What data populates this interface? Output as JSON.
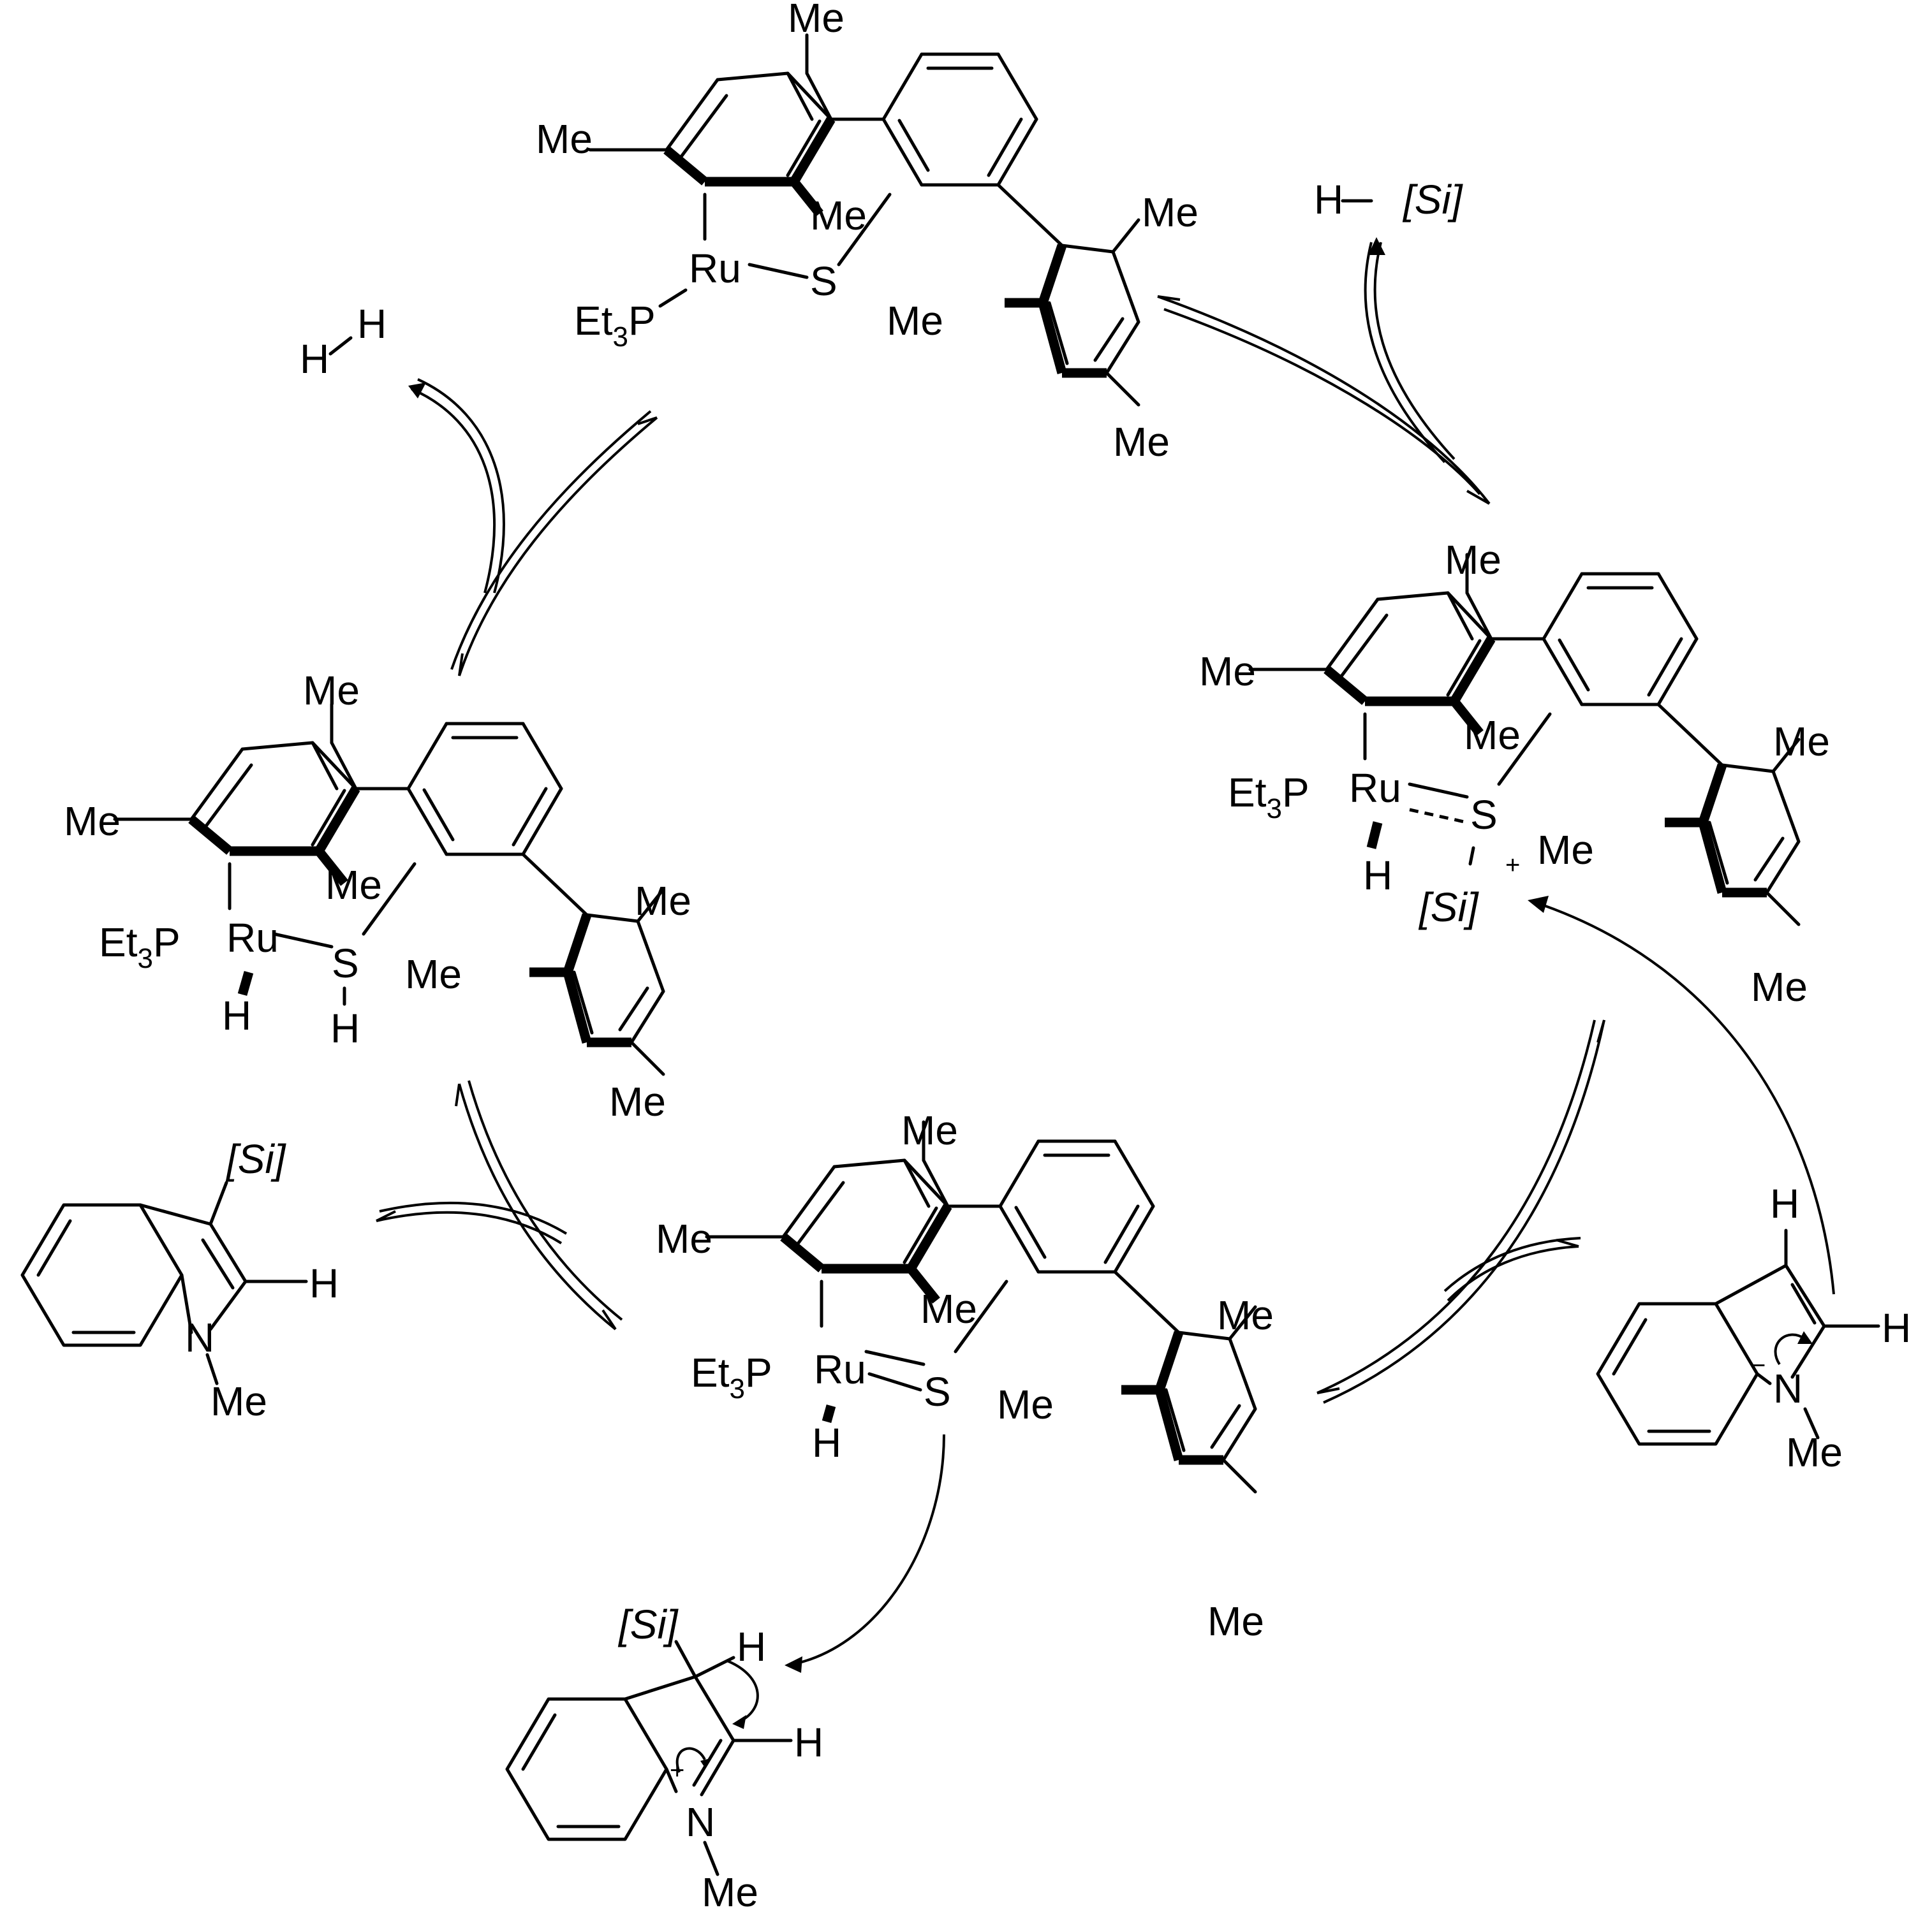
{
  "labels": {
    "me": "Me",
    "ru": "Ru",
    "s": "S",
    "h": "H",
    "n": "N",
    "et3p_et": "Et",
    "et3p_3": "3",
    "et3p_p": "P",
    "si": "[Si]",
    "plus": "+",
    "minus": "−"
  },
  "reagents": {
    "hydrosilane_h": "H",
    "hydrosilane_si": "[Si]",
    "dihydrogen_h1": "H",
    "dihydrogen_h2": "H"
  },
  "colors": {
    "ink": "#000000",
    "background": "#ffffff"
  }
}
